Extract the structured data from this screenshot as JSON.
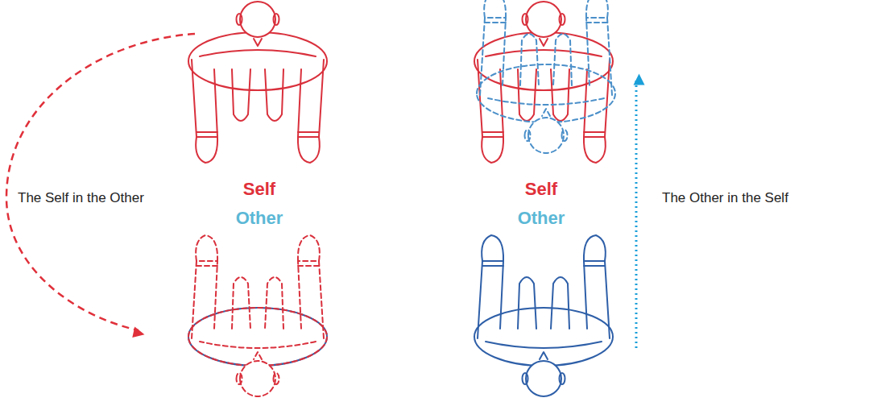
{
  "diagram": {
    "labels": [
      "The Self in the Other",
      "Self",
      "Other",
      "Self",
      "Other",
      "The Other in the Self"
    ]
  }
}
